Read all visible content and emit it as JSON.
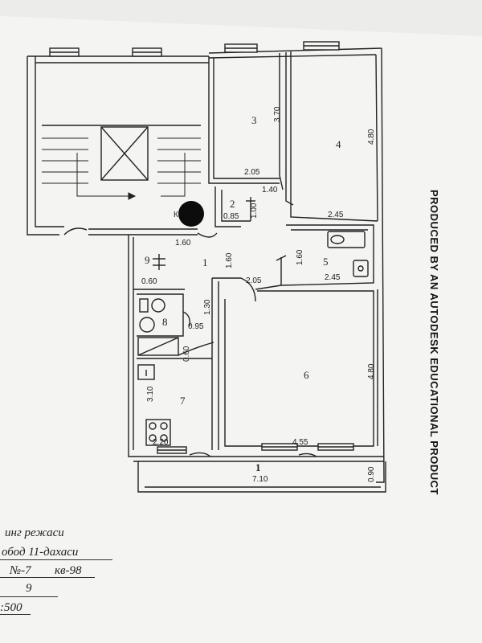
{
  "plan": {
    "watermark": "PRODUCED BY AN AUTODESK EDUCATIONAL PRODUCT",
    "rooms": {
      "r1": "1",
      "r2": "2",
      "r3": "3",
      "r4": "4",
      "r5": "5",
      "r6": "6",
      "r7": "7",
      "r8": "8",
      "r9": "9",
      "balcony": "1"
    },
    "dims": {
      "r3_w": "2.05",
      "r3_h": "3.70",
      "r4_w": "2.45",
      "r4_h": "4.80",
      "r2_w": "0.85",
      "r2_h": "1.00",
      "door_1_40": "1.40",
      "hall_1_60a": "1.60",
      "hall_1_60b": "1.60",
      "r5_w": "2.45",
      "r5_h": "1.60",
      "r9_w": "0.60",
      "r6_top": "2.05",
      "corr_1_30": "1.30",
      "r8_w": "0.95",
      "small_0_60": "0.60",
      "r7_h": "3.10",
      "r7_w": "2.20",
      "r6_w": "4.55",
      "r6_h": "4.80",
      "balc_w": "7.10",
      "balc_h": "0.90"
    },
    "k_label": "К"
  },
  "titleblock": {
    "line1": "инг режаси",
    "line2": "обод  11-дахаси",
    "line3a": "№-7",
    "line3b": "кв-98",
    "line4": "9",
    "line5": ":500"
  }
}
